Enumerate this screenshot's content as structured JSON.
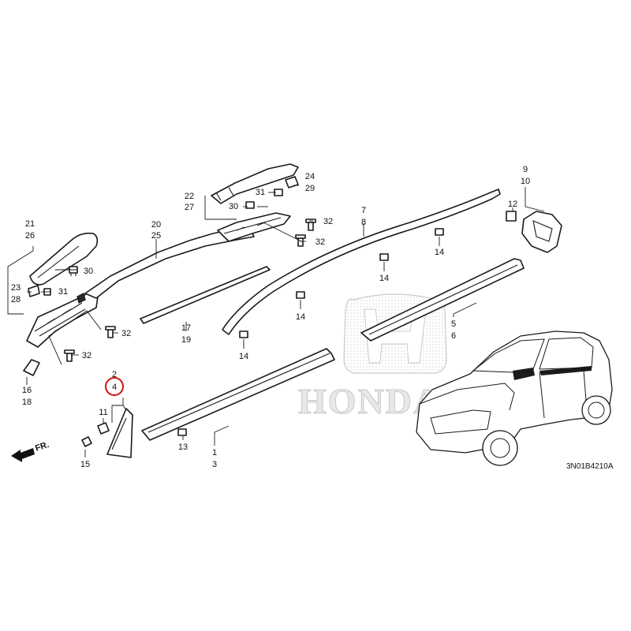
{
  "callouts": {
    "c1": "1",
    "c2": "2",
    "c3": "3",
    "c4": "4",
    "c5": "5",
    "c6": "6",
    "c7": "7",
    "c8": "8",
    "c9": "9",
    "c10": "10",
    "c11": "11",
    "c12": "12",
    "c13": "13",
    "c14": "14",
    "c15": "15",
    "c16": "16",
    "c17": "17",
    "c18": "18",
    "c19": "19",
    "c20": "20",
    "c21": "21",
    "c22": "22",
    "c23": "23",
    "c24": "24",
    "c25": "25",
    "c26": "26",
    "c27": "27",
    "c28": "28",
    "c29": "29",
    "c30": "30",
    "c31": "31",
    "c32": "32"
  },
  "highlight": {
    "part": "4",
    "color": "#d01010"
  },
  "direction_label": "FR.",
  "watermark": "HONDA",
  "diagram_code": "3N01B4210A"
}
